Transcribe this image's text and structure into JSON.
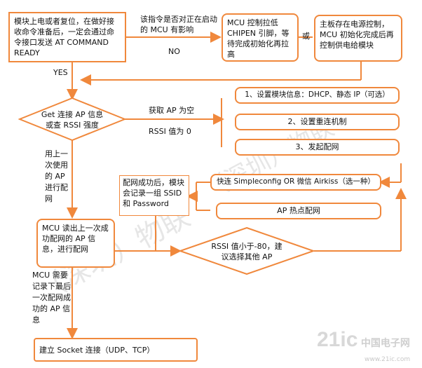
{
  "nodes": {
    "start": "模块上电或者复位，在做好接收命令准备后，一定会通过命令接口发送 AT COMMAND READY",
    "note_influence": "该指令是否对正在启动的 MCU 有影响",
    "mcu_chip_en": "MCU 控制拉低 CHIPEN 引脚，等待完成初始化再拉高",
    "or_label": "或",
    "mainboard": "主板存在电源控制，MCU 初始化完成后再控制供电给模块",
    "no_label": "NO",
    "yes_label": "YES",
    "decision_get": "Get 连接 AP 信息或查 RSSI 强度",
    "step1": "1、设置模块信息：DHCP、静态 IP（可选）",
    "step2": "2、设置重连机制",
    "step3": "3、发起配网",
    "get_ap_empty": "获取 AP 为空",
    "rssi_zero": "RSSI 值为 0",
    "use_last_ap": "用上一次使用的 AP 进行配网",
    "quick_connect": "快连 Simpleconfig OR 微信 Airkiss（选一种）",
    "ap_hotspot": "AP 热点配网",
    "config_success": "配网成功后，模块会记录一组 SSID 和 Password",
    "mcu_read_last": "MCU 读出上一次成功配网的 AP 信息，进行配网",
    "rssi_low": "RSSI 值小于-80，建议选择其他 AP",
    "mcu_record": "MCU 需要记录下最后一次配网成功的 AP 信息",
    "socket": "建立 Socket 连接（UDP、TCP）"
  },
  "watermark": "（深圳）物联",
  "logo": {
    "brand": "21ic",
    "cn": "中国电子网",
    "url": "www.21ic.com"
  },
  "colors": {
    "accent": "#f0883c",
    "text": "#111111"
  }
}
